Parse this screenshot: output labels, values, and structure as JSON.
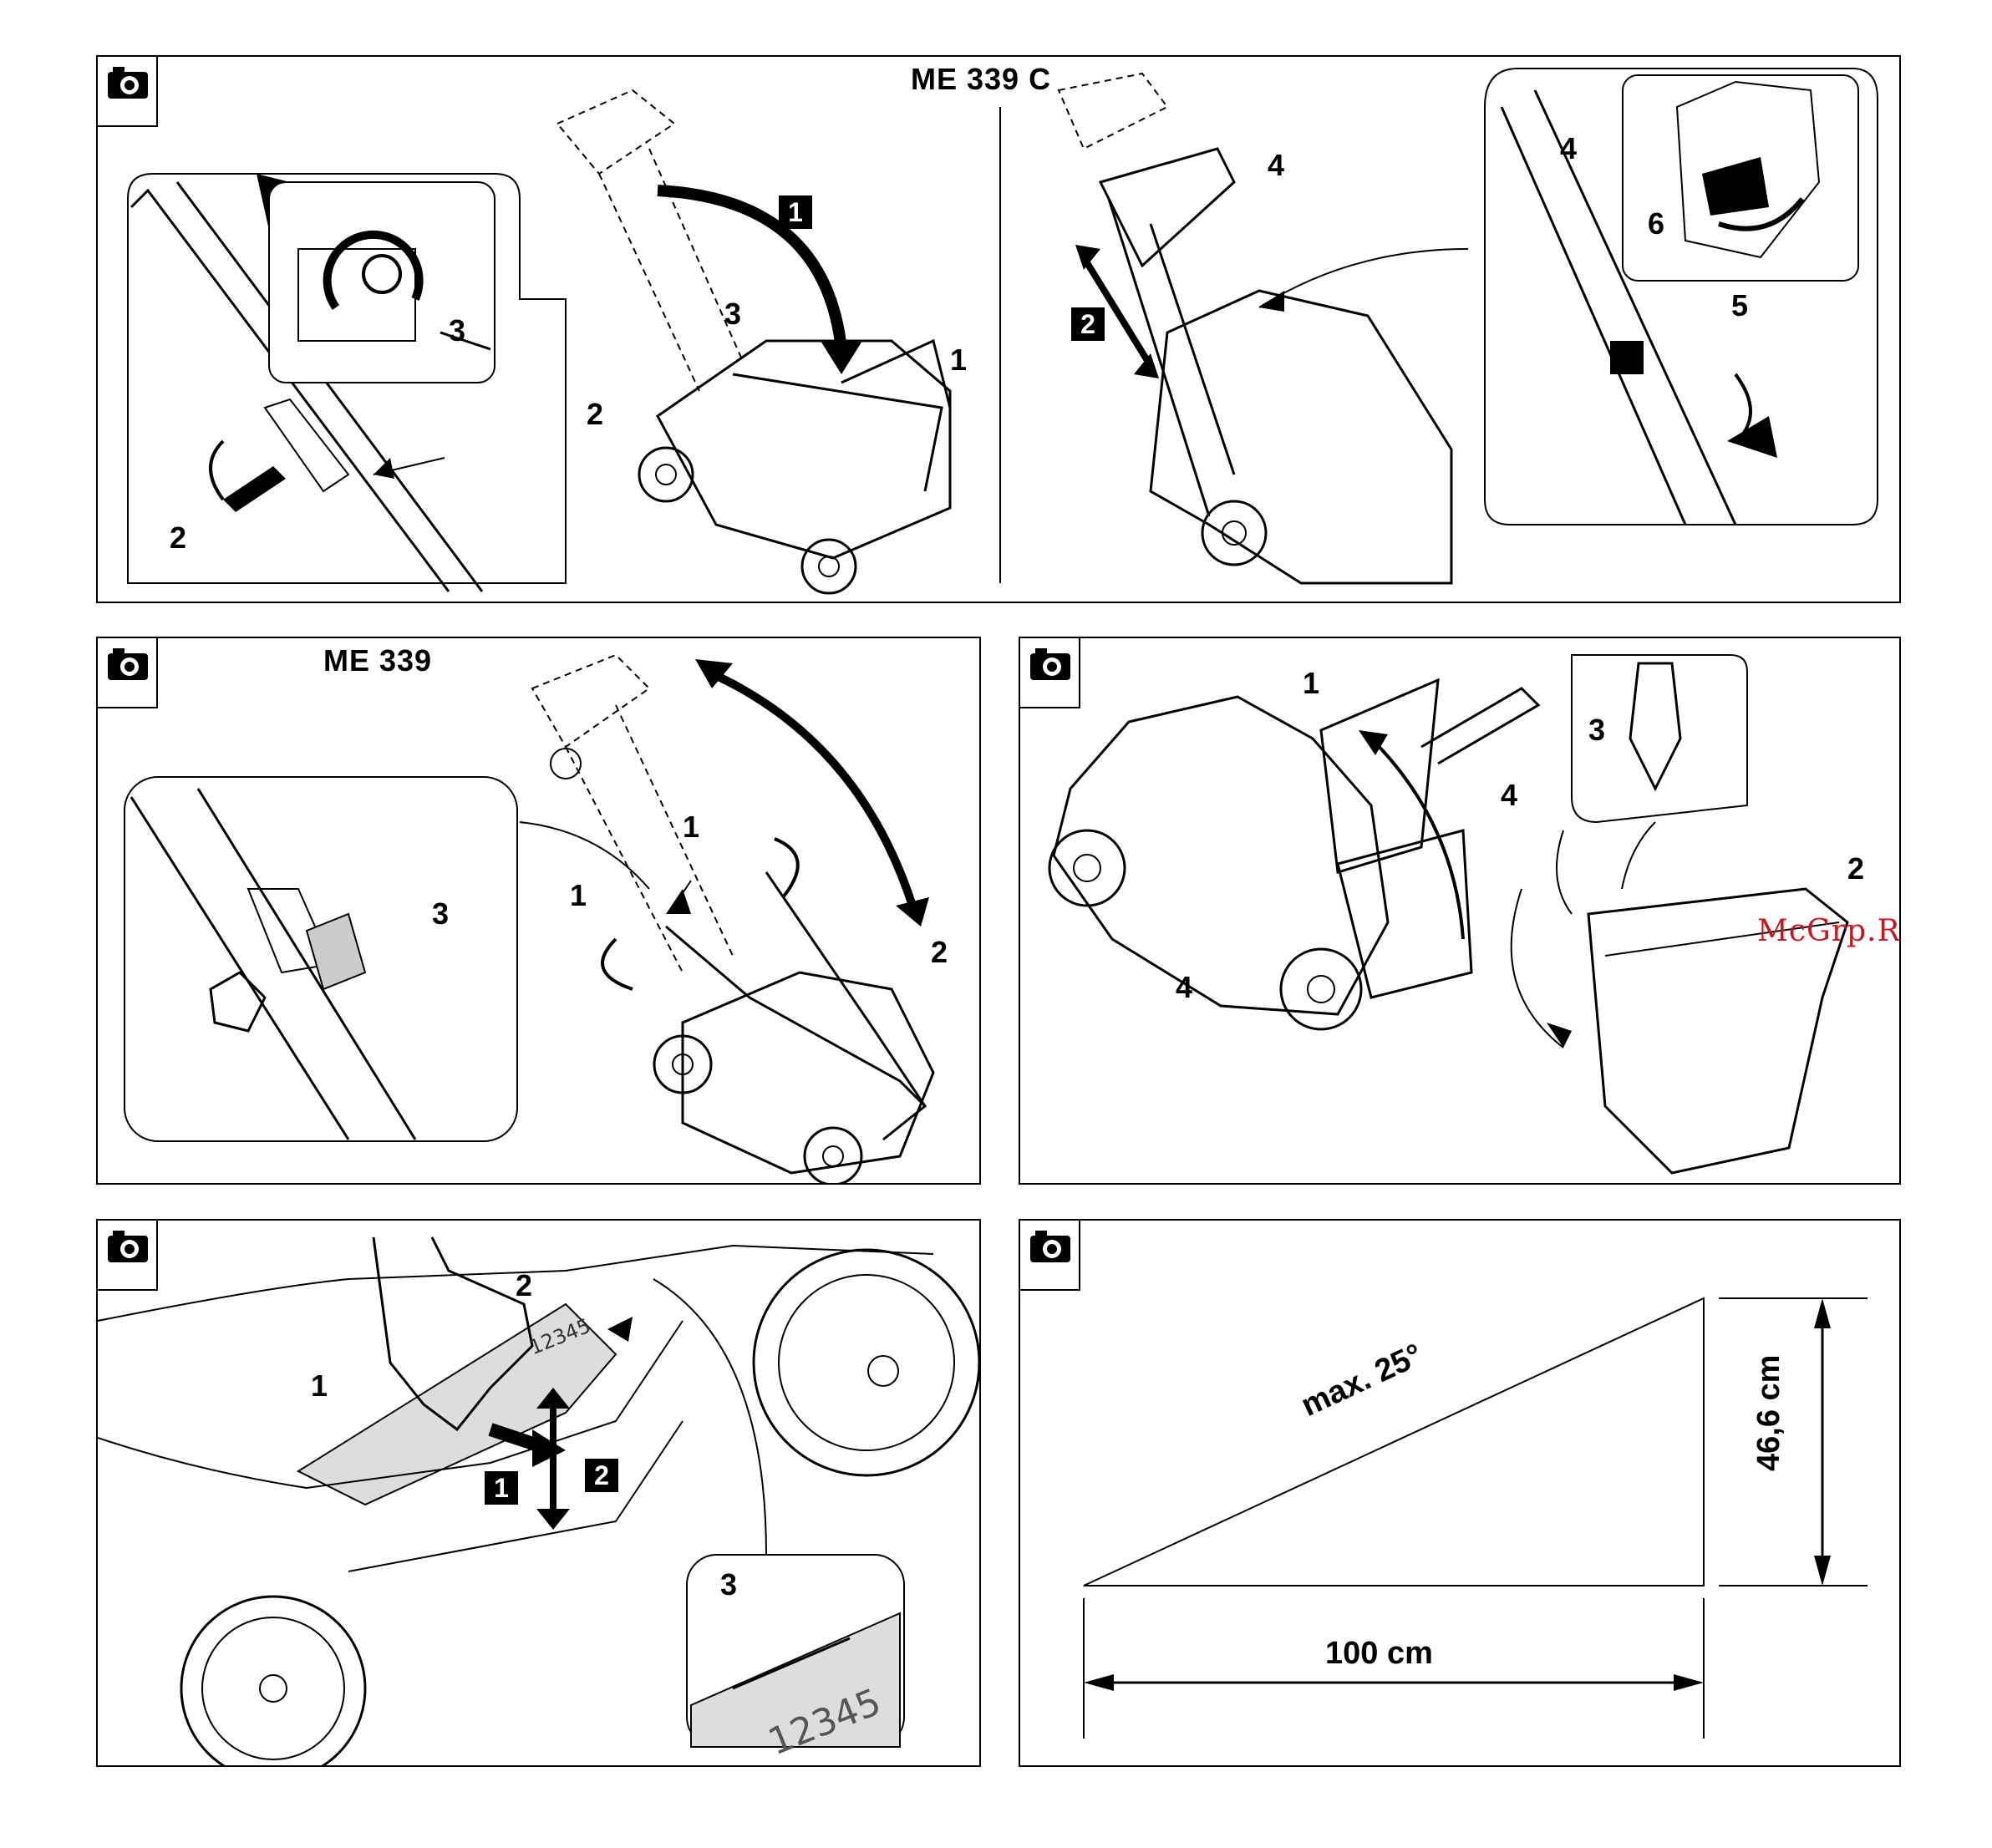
{
  "panels": {
    "p1": {
      "title": "ME 339 C",
      "left_callouts": [
        "2",
        "3",
        "3",
        "2",
        "1"
      ],
      "right_callouts": [
        "4",
        "4",
        "6",
        "5"
      ],
      "steps": [
        "1",
        "2"
      ]
    },
    "p2": {
      "title": "ME 339",
      "callouts": [
        "3",
        "1",
        "1",
        "2"
      ]
    },
    "p3": {
      "callouts": [
        "1",
        "4",
        "4",
        "3",
        "2"
      ]
    },
    "p4": {
      "callouts": [
        "2",
        "1",
        "3"
      ],
      "steps": [
        "1",
        "2"
      ],
      "scale_digits": "12345"
    },
    "p5": {
      "slope_label": "max. 25°",
      "base_label": "100 cm",
      "height_label": "46,6 cm"
    }
  },
  "watermark": "McGrp.Ru",
  "icons": [
    "camera-icon"
  ]
}
